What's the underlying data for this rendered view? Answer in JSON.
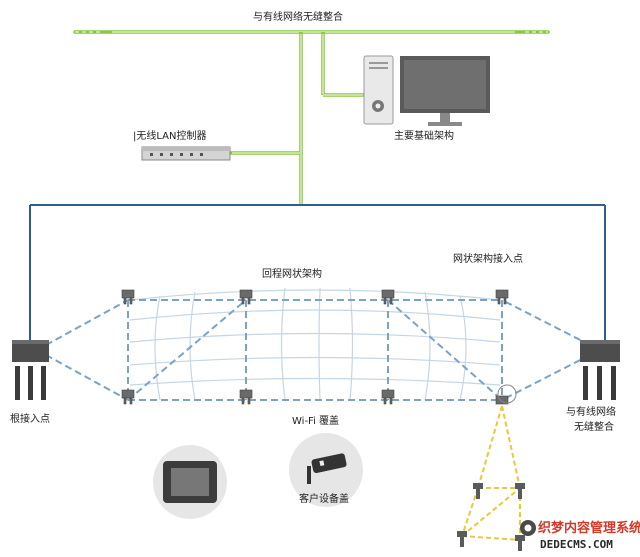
{
  "labels": {
    "top_integration": "与有线网络无缝整合",
    "infrastructure": "主要基础架构",
    "wlan_controller": "|无线LAN控制器",
    "backhaul_mesh": "回程网状架构",
    "mesh_access_point": "网状架构接入点",
    "root_access_point": "根接入点",
    "wifi_coverage": "Wi-Fi 覆盖",
    "right_integration_line1": "与有线网络",
    "right_integration_line2": "无缝整合",
    "client_coverage": "客户设备盖"
  },
  "watermark": {
    "line1": "织梦内容管理系统",
    "line2": "DEDECMS.COM"
  },
  "colors": {
    "wired_green": "#8cc63f",
    "backbone_blue": "#2f5f8f",
    "mesh_dash_blue": "#7aa3c4",
    "client_dash_yellow": "#e8c93a"
  },
  "icons": {
    "server": "server-tower-icon",
    "monitor": "monitor-icon",
    "controller": "network-switch-icon",
    "root_ap": "root-access-point-icon",
    "mesh_ap": "mesh-access-point-icon",
    "tablet": "rugged-tablet-icon",
    "camera": "security-camera-icon",
    "watermark_logo": "watermark-logo-icon"
  }
}
